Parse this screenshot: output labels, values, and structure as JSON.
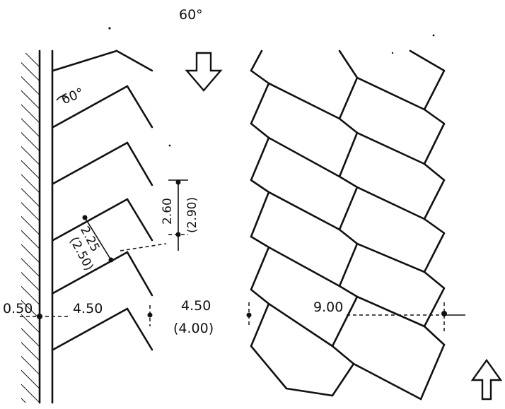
{
  "labels": {
    "title_angle": "60°",
    "wall_angle": "60°",
    "stall_depth": "2.25",
    "stall_depth_alt": "(2.50)",
    "stall_width": "2.60",
    "stall_width_alt": "(2.90)",
    "wall_offset": "0.50",
    "row_depth_left": "4.50",
    "aisle_width": "4.50",
    "aisle_width_alt": "(4.00)",
    "double_row_depth": "9.00"
  },
  "arrows": {
    "top": "arrow-down",
    "bottom": "arrow-up"
  }
}
